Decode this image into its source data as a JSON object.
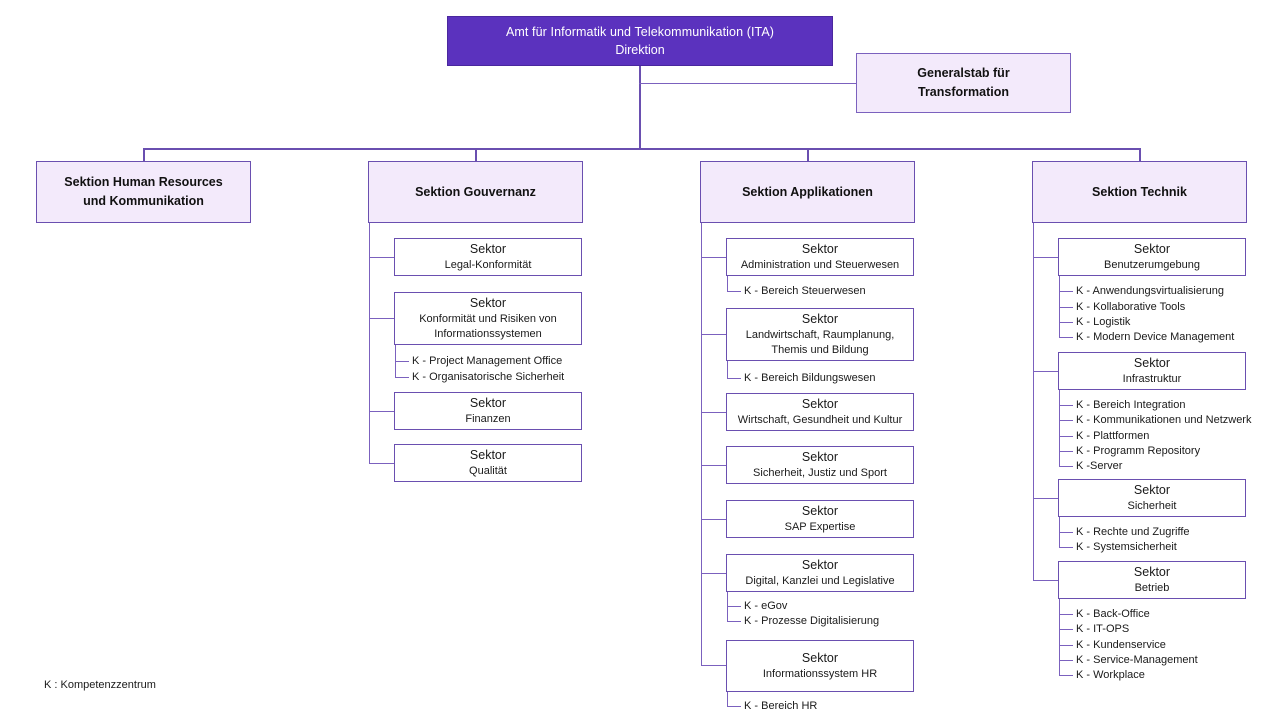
{
  "root": {
    "line1": "Amt für Informatik und Telekommunikation (ITA)",
    "line2": "Direktion"
  },
  "staff": {
    "line1": "Generalstab für",
    "line2": "Transformation"
  },
  "sektor_label": "Sektor",
  "legend": "K : Kompetenzzentrum",
  "colors": {
    "root_fill": "#5B32BE",
    "section_fill": "#F3EAFB",
    "border": "#6A4FB0",
    "line": "#7B61BE",
    "sektor_fill": "#FFFFFF"
  },
  "sections": [
    {
      "id": "human-resources",
      "title_line1": "Sektion Human Resources",
      "title_line2": "und Kommunikation",
      "sektoren": []
    },
    {
      "id": "gouvernanz",
      "title_line1": "Sektion Gouvernanz",
      "title_line2": "",
      "sektoren": [
        {
          "label": "Sektor",
          "sub": [
            "Legal-Konformität"
          ],
          "kitems": []
        },
        {
          "label": "Sektor",
          "sub": [
            "Konformität und Risiken von",
            "Informationssystemen"
          ],
          "kitems": [
            "K - Project Management Office",
            "K - Organisatorische Sicherheit"
          ]
        },
        {
          "label": "Sektor",
          "sub": [
            "Finanzen"
          ],
          "kitems": []
        },
        {
          "label": "Sektor",
          "sub": [
            "Qualität"
          ],
          "kitems": []
        }
      ]
    },
    {
      "id": "applikationen",
      "title_line1": "Sektion Applikationen",
      "title_line2": "",
      "sektoren": [
        {
          "label": "Sektor",
          "sub": [
            "Administration und Steuerwesen"
          ],
          "kitems": [
            "K - Bereich Steuerwesen"
          ]
        },
        {
          "label": "Sektor",
          "sub": [
            "Landwirtschaft, Raumplanung,",
            "Themis und Bildung"
          ],
          "kitems": [
            "K - Bereich Bildungswesen"
          ]
        },
        {
          "label": "Sektor",
          "sub": [
            "Wirtschaft, Gesundheit und Kultur"
          ],
          "kitems": []
        },
        {
          "label": "Sektor",
          "sub": [
            "Sicherheit, Justiz und Sport"
          ],
          "kitems": []
        },
        {
          "label": "Sektor",
          "sub": [
            "SAP Expertise"
          ],
          "kitems": []
        },
        {
          "label": "Sektor",
          "sub": [
            "Digital, Kanzlei und Legislative"
          ],
          "kitems": [
            "K - eGov",
            "K - Prozesse Digitalisierung"
          ]
        },
        {
          "label": "Sektor",
          "sub": [
            "Informationssystem HR"
          ],
          "kitems": [
            "K - Bereich HR"
          ]
        }
      ]
    },
    {
      "id": "technik",
      "title_line1": "Sektion Technik",
      "title_line2": "",
      "sektoren": [
        {
          "label": "Sektor",
          "sub": [
            "Benutzerumgebung"
          ],
          "kitems": [
            "K - Anwendungsvirtualisierung",
            "K - Kollaborative Tools",
            "K - Logistik",
            "K - Modern Device Management"
          ]
        },
        {
          "label": "Sektor",
          "sub": [
            "Infrastruktur"
          ],
          "kitems": [
            "K - Bereich Integration",
            "K - Kommunikationen und Netzwerk",
            "K - Plattformen",
            "K - Programm Repository",
            "K -Server"
          ]
        },
        {
          "label": "Sektor",
          "sub": [
            "Sicherheit"
          ],
          "kitems": [
            "K - Rechte und Zugriffe",
            "K - Systemsicherheit"
          ]
        },
        {
          "label": "Sektor",
          "sub": [
            "Betrieb"
          ],
          "kitems": [
            "K - Back-Office",
            "K - IT-OPS",
            "K - Kundenservice",
            "K - Service-Management",
            "K - Workplace"
          ]
        }
      ]
    }
  ]
}
